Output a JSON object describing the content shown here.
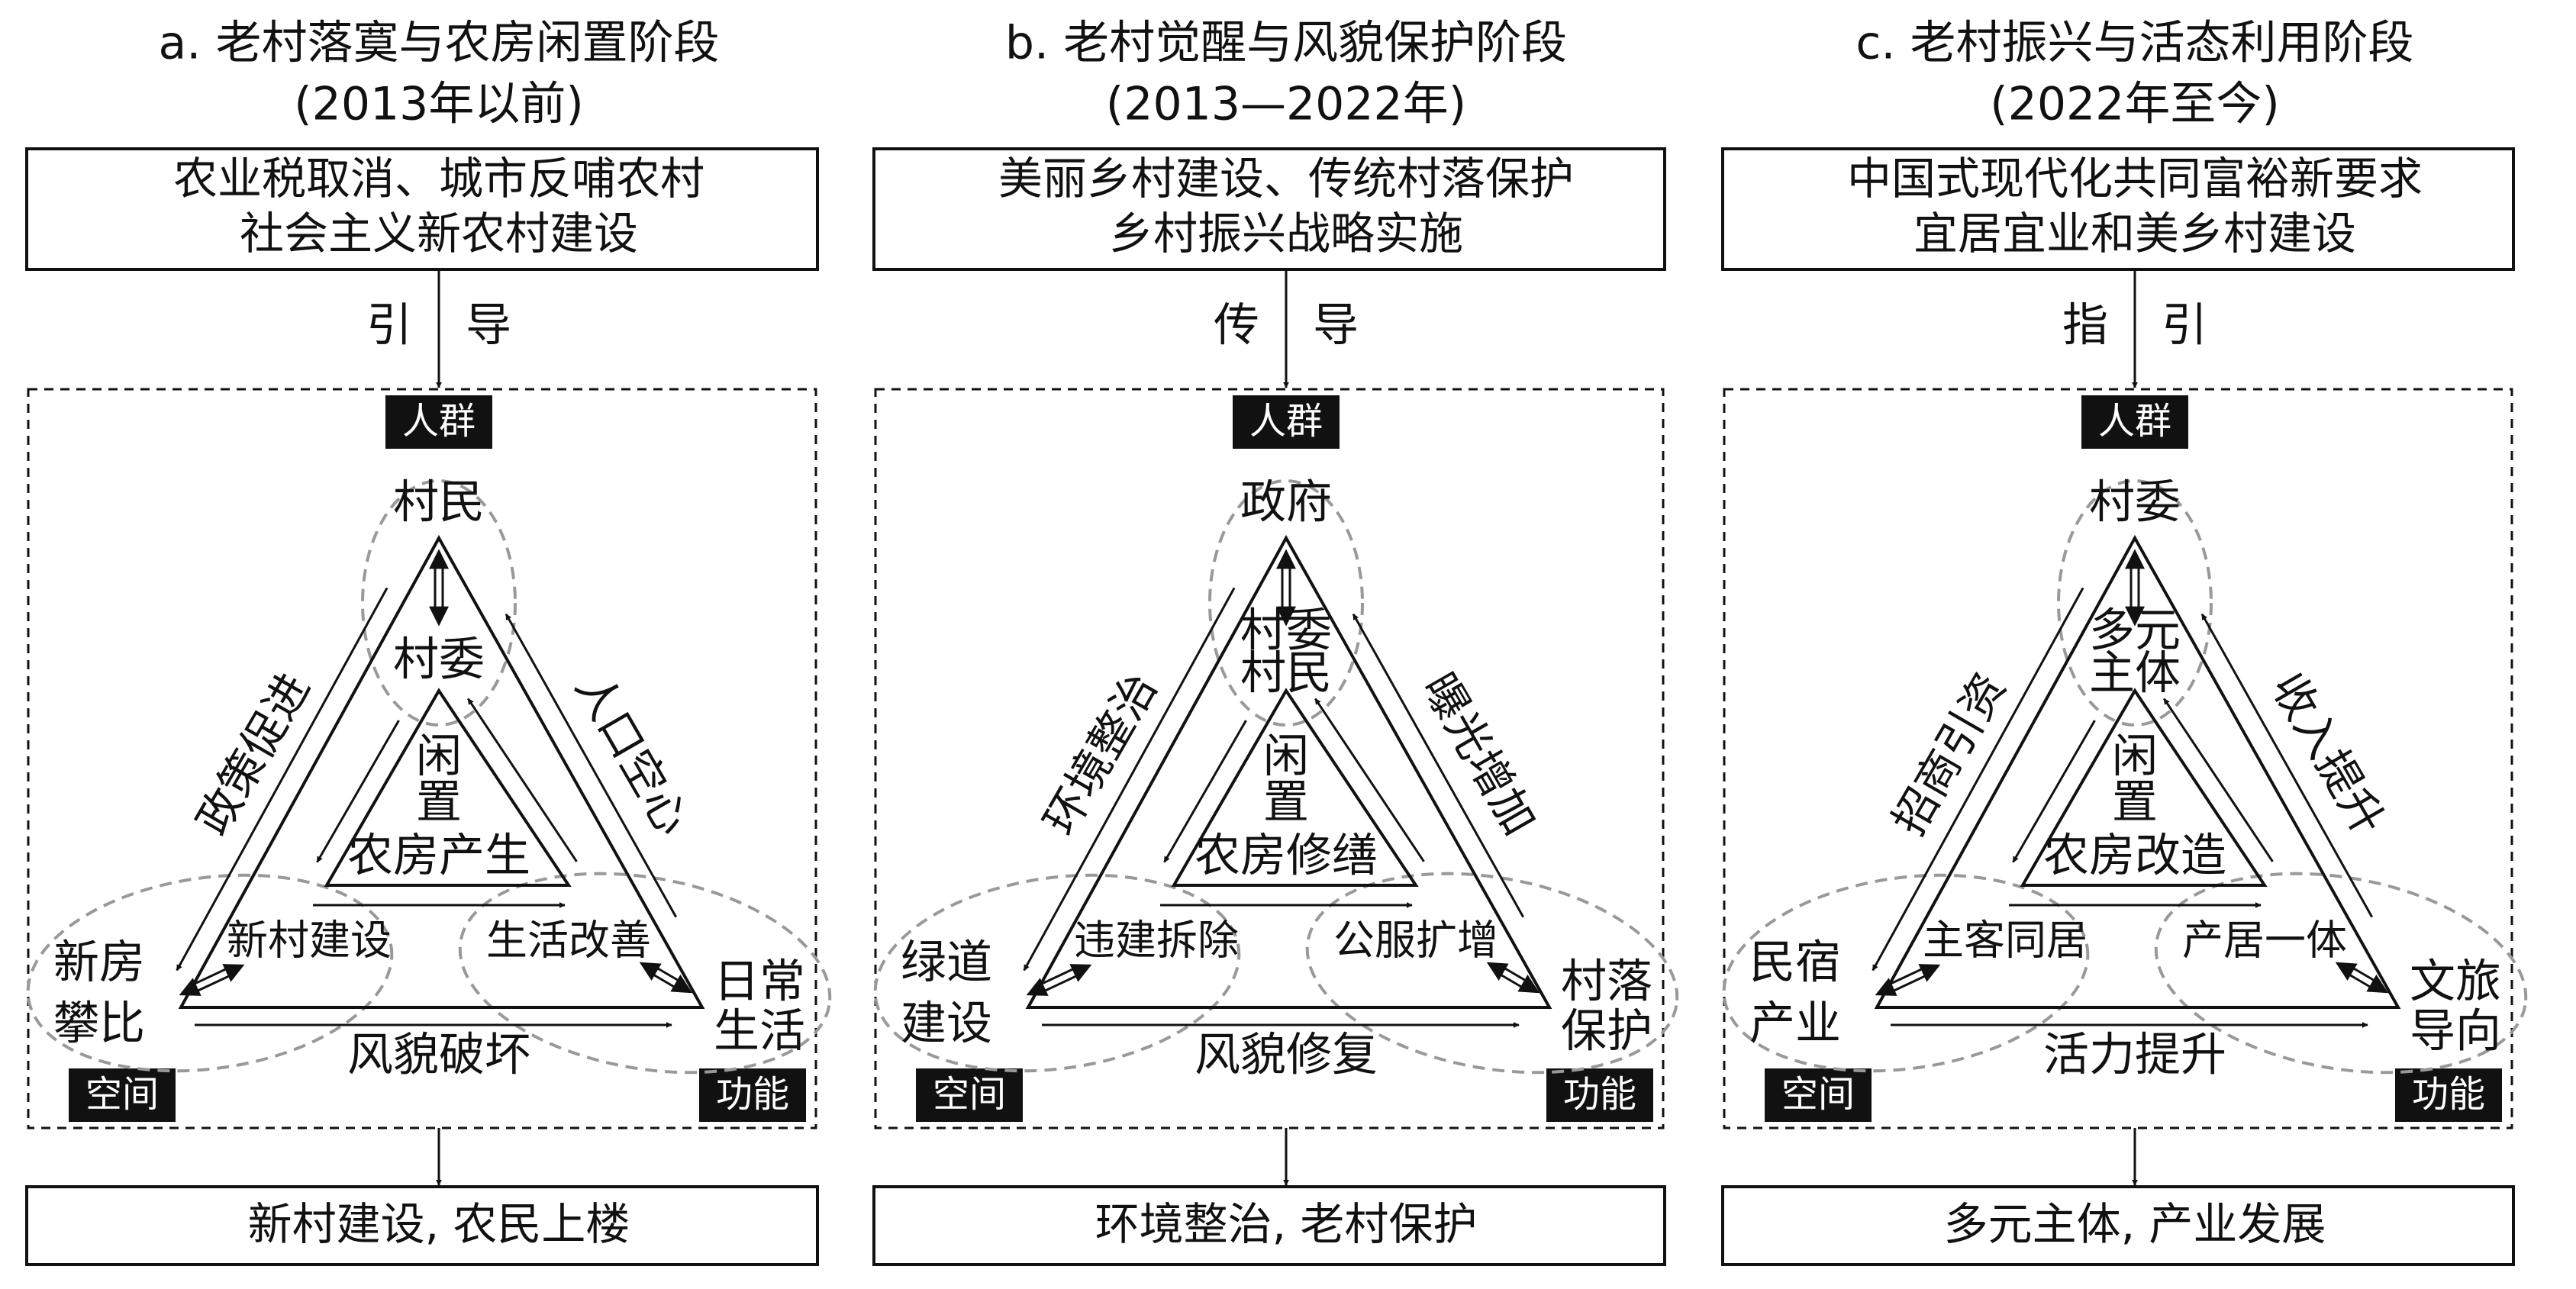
{
  "colors": {
    "ink": "#111111",
    "dash": "#999999",
    "badge": "#111111",
    "badge_text": "#ffffff"
  },
  "panels": [
    {
      "title": "a. 老村落寞与农房闲置阶段",
      "period": "(2013年以前)",
      "context": [
        "农业税取消、城市反哺农村",
        "社会主义新农村建设"
      ],
      "guide": "引 导",
      "badges": {
        "crowd": "人群",
        "space": "空间",
        "function": "功能"
      },
      "top_node": "村民",
      "mid_node": [
        "村委"
      ],
      "core": [
        "闲",
        "置",
        "农房产生"
      ],
      "left_side": "政策促进",
      "right_side": "人口空心",
      "bottom_side": "风貌破坏",
      "left_node": [
        "新房",
        "攀比"
      ],
      "right_node": [
        "日常",
        "生活"
      ],
      "left_oval": "新村建设",
      "right_oval": "生活改善",
      "result": "新村建设, 农民上楼"
    },
    {
      "title": "b. 老村觉醒与风貌保护阶段",
      "period": "(2013—2022年)",
      "context": [
        "美丽乡村建设、传统村落保护",
        "乡村振兴战略实施"
      ],
      "guide": "传 导",
      "badges": {
        "crowd": "人群",
        "space": "空间",
        "function": "功能"
      },
      "top_node": "政府",
      "mid_node": [
        "村委",
        "村民"
      ],
      "core": [
        "闲",
        "置",
        "农房修缮"
      ],
      "left_side": "环境整治",
      "right_side": "曝光增加",
      "bottom_side": "风貌修复",
      "left_node": [
        "绿道",
        "建设"
      ],
      "right_node": [
        "村落",
        "保护"
      ],
      "left_oval": "违建拆除",
      "right_oval": "公服扩增",
      "result": "环境整治, 老村保护"
    },
    {
      "title": "c. 老村振兴与活态利用阶段",
      "period": "(2022年至今)",
      "context": [
        "中国式现代化共同富裕新要求",
        "宜居宜业和美乡村建设"
      ],
      "guide": "指 引",
      "badges": {
        "crowd": "人群",
        "space": "空间",
        "function": "功能"
      },
      "top_node": "村委",
      "mid_node": [
        "多元",
        "主体"
      ],
      "core": [
        "闲",
        "置",
        "农房改造"
      ],
      "left_side": "招商引资",
      "right_side": "收入提升",
      "bottom_side": "活力提升",
      "left_node": [
        "民宿",
        "产业"
      ],
      "right_node": [
        "文旅",
        "导向"
      ],
      "left_oval": "主客同居",
      "right_oval": "产居一体",
      "result": "多元主体, 产业发展"
    }
  ]
}
